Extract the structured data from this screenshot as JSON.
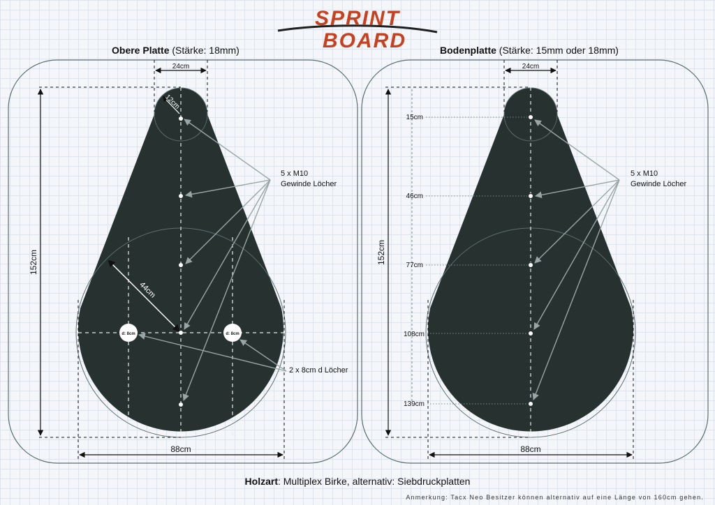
{
  "brand": {
    "line1": "SPRINT",
    "line2": "BOARD",
    "accent_color": "#c8401e",
    "dark_color": "#1f1f1f"
  },
  "top_plate": {
    "title_bold": "Obere Platte",
    "title_rest": " (Stärke: 18mm)",
    "dim_width_top": "24cm",
    "dim_height": "152cm",
    "dim_width_bottom": "88cm",
    "dim_radius_small": "12cm",
    "dim_radius_large": "44cm",
    "hole_labels": [
      "d: 8cm",
      "d: 8cm"
    ],
    "callout_m10": [
      "5 x M10",
      "Gewinde Löcher"
    ],
    "callout_holes": "2 x 8cm d Löcher"
  },
  "bottom_plate": {
    "title_bold": "Bodenplatte",
    "title_rest": " (Stärke: 15mm oder 18mm)",
    "dim_width_top": "24cm",
    "dim_height": "152cm",
    "dim_width_bottom": "88cm",
    "hole_positions": [
      "15cm",
      "46cm",
      "77cm",
      "108cm",
      "139cm"
    ],
    "callout_m10": [
      "5 x M10",
      "Gewinde Löcher"
    ]
  },
  "footer": {
    "material_bold": "Holzart",
    "material_rest": ": Multiplex Birke, alternativ: Siebdruckplatten",
    "note": "Anmerkung: Tacx Neo Besitzer können alternativ auf eine Länge von 160cm gehen."
  },
  "colors": {
    "plate": "#263130",
    "dimension": "#111111",
    "arrow": "#9aa6a6",
    "panel_border": "#5a6e70"
  }
}
